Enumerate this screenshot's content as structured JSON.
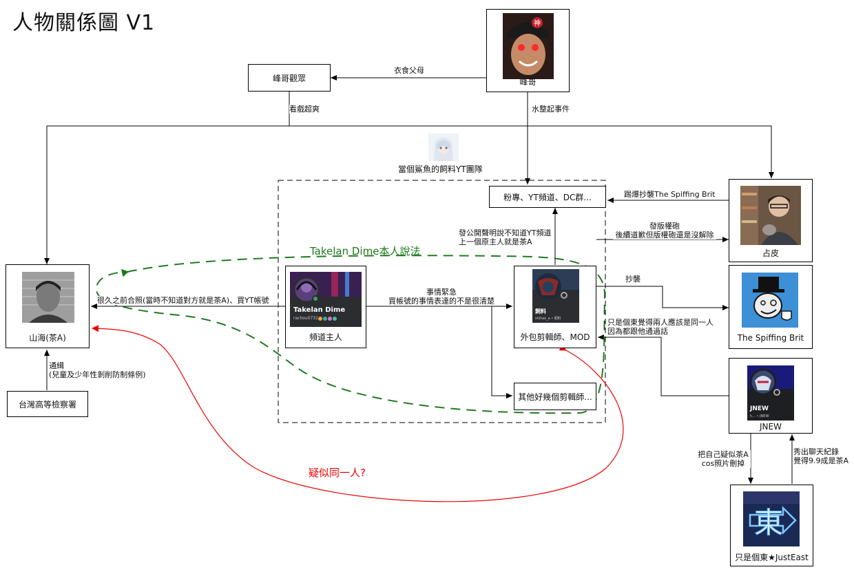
{
  "title": "人物關係圖 V1",
  "team": {
    "label": "當個鯊魚的飼料YT團隊"
  },
  "nodes": {
    "fengge": "峰哥",
    "fengge_audience": "峰哥觀眾",
    "fans_channels": "粉專、YT頻道、DC群...",
    "zhanpi": "占皮",
    "shanhai": "山海(茶A)",
    "channel_owner": "頻道主人",
    "editor_mod": "外包剪輯師、MOD",
    "other_editors": "其他好幾個剪輯師...",
    "spiffing": "The Spiffing Brit",
    "jnew": "JNEW",
    "justeast": "只是個東★JustEast",
    "prosecutor": "台灣高等檢察署"
  },
  "cards": {
    "takelan_name": "Takelan Dime",
    "takelan_handle": "rachou0731",
    "editor_name": "飼料",
    "editor_handle": "shiliao_a • 飼料",
    "jnew_name": "JNEW",
    "jnew_handle": "h... • JNEW"
  },
  "edges": {
    "food_parents": "衣食父母",
    "watch_fun": "看戲超爽",
    "water_event": "水整起事件",
    "expose": "踢爆抄襲The Spiffing Brit",
    "copyright_1": "發版權砲",
    "copyright_2": "後續道歉但版權砲還是沒解除",
    "announce_1": "發公開聲明說不知道YT頻道",
    "announce_2": "上一個原主人就是茶A",
    "old_photo": "很久之前合照(當時不知道對方就是茶A)、買YT帳號",
    "urgent_1": "事情緊急",
    "urgent_2": "買帳號的事情表達的不是很清楚",
    "plagiarize": "抄襲",
    "same_person_1": "只是個東覺得兩人應該是同一人",
    "same_person_2": "因為都跟他通過話",
    "wanted_1": "通緝",
    "wanted_2": "(兒童及少年性剝削防制條例)",
    "delete_1": "把自己疑似茶A",
    "delete_2": "cos照片刪掉",
    "chat_1": "秀出聊天紀錄",
    "chat_2": "覺得9.9成是茶A"
  },
  "notes": {
    "takelan_claim": "Takelan Dime本人說法",
    "same_person_question": "疑似同一人?"
  },
  "colors": {
    "green": "#1e7a1e",
    "red": "#e00000",
    "line": "#000000"
  }
}
